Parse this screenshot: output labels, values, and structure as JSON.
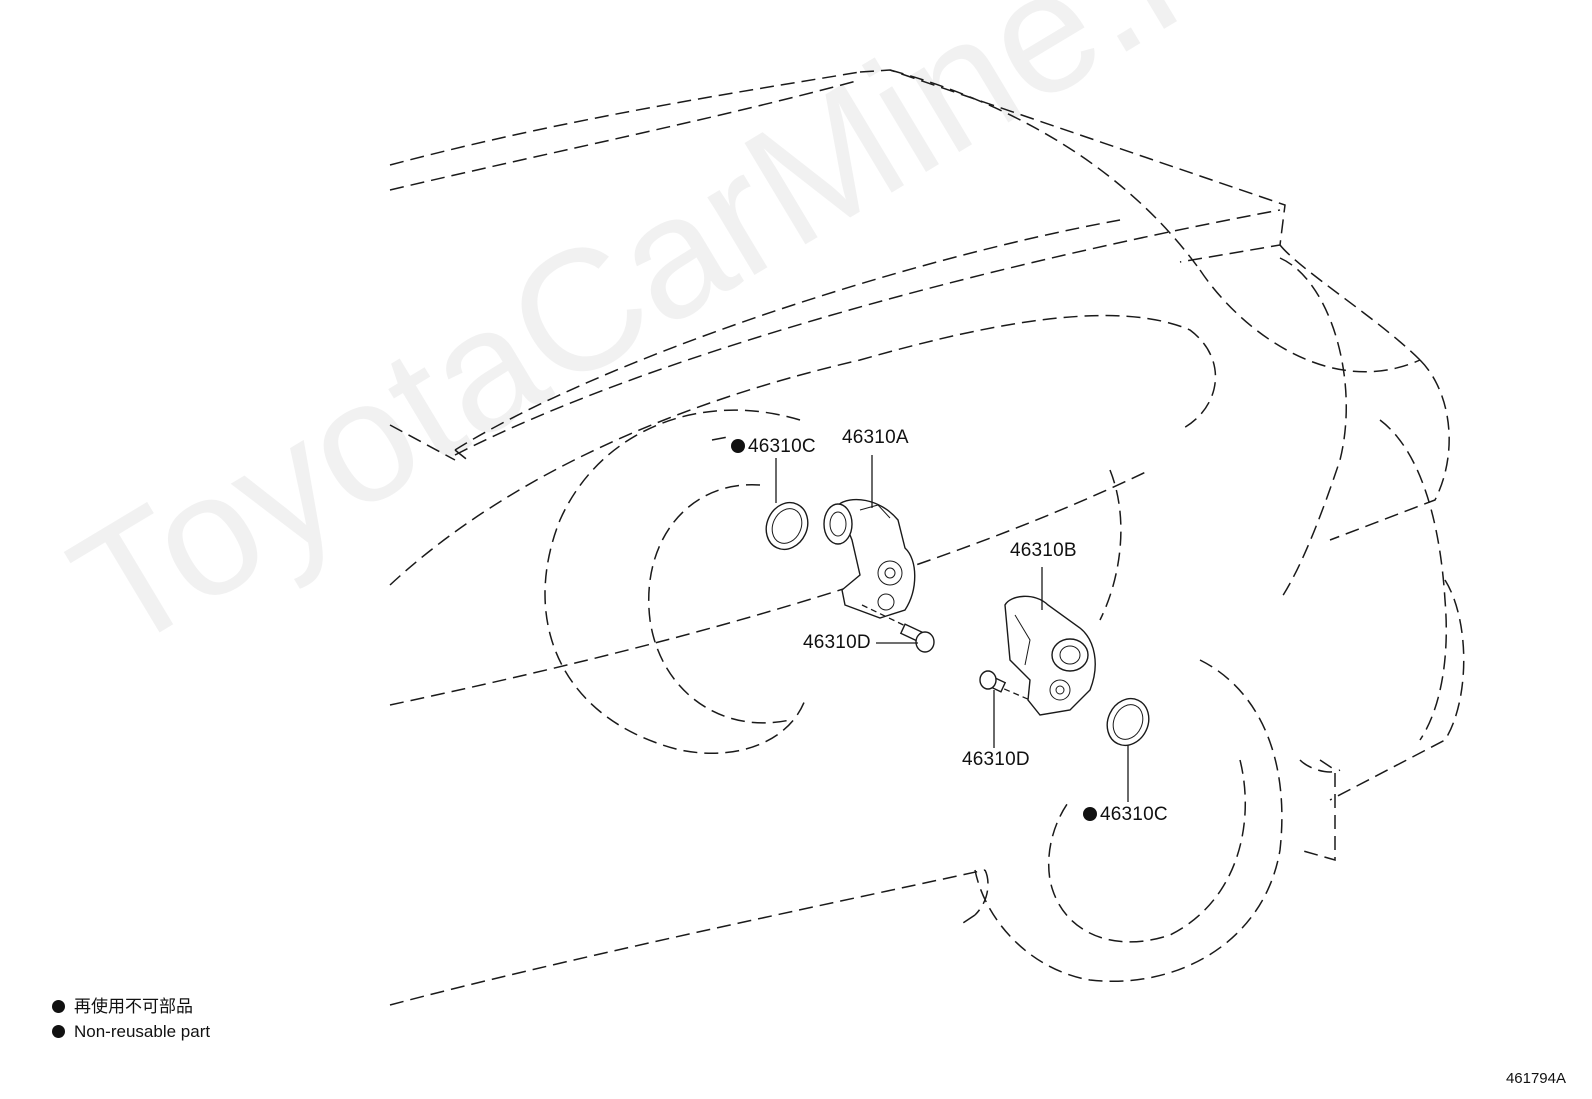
{
  "watermark_text": "ToyotaCarMine.ru",
  "callouts": [
    {
      "id": "46310C",
      "label": "46310C",
      "non_reusable": true
    },
    {
      "id": "46310A",
      "label": "46310A",
      "non_reusable": false
    },
    {
      "id": "46310D",
      "label": "46310D",
      "non_reusable": false
    },
    {
      "id": "46310B",
      "label": "46310B",
      "non_reusable": false
    },
    {
      "id": "46310D",
      "label": "46310D",
      "non_reusable": false
    },
    {
      "id": "46310C",
      "label": "46310C",
      "non_reusable": true
    }
  ],
  "legend": {
    "marker_icon": "filled-circle-icon",
    "japanese": "再使用不可部品",
    "english": "Non-reusable part"
  },
  "diagram_ref": "461794A",
  "colors": {
    "line": "#1a1a1a",
    "text": "#111111",
    "background": "#ffffff"
  }
}
